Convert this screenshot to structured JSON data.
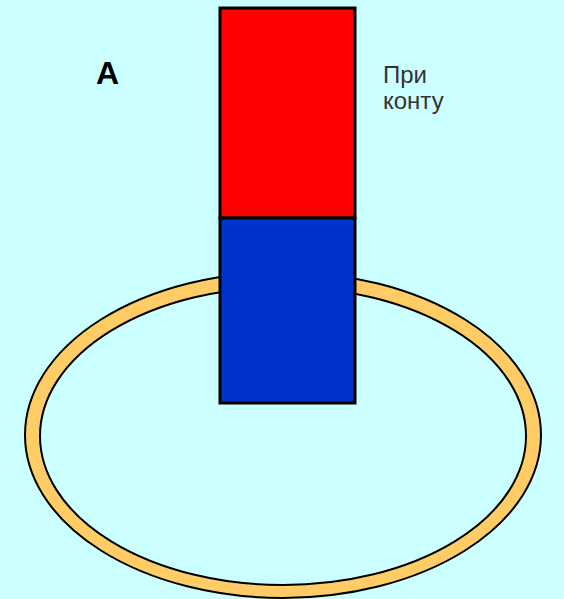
{
  "diagram": {
    "labels": [
      "А",
      "При",
      "конту"
    ]
  }
}
